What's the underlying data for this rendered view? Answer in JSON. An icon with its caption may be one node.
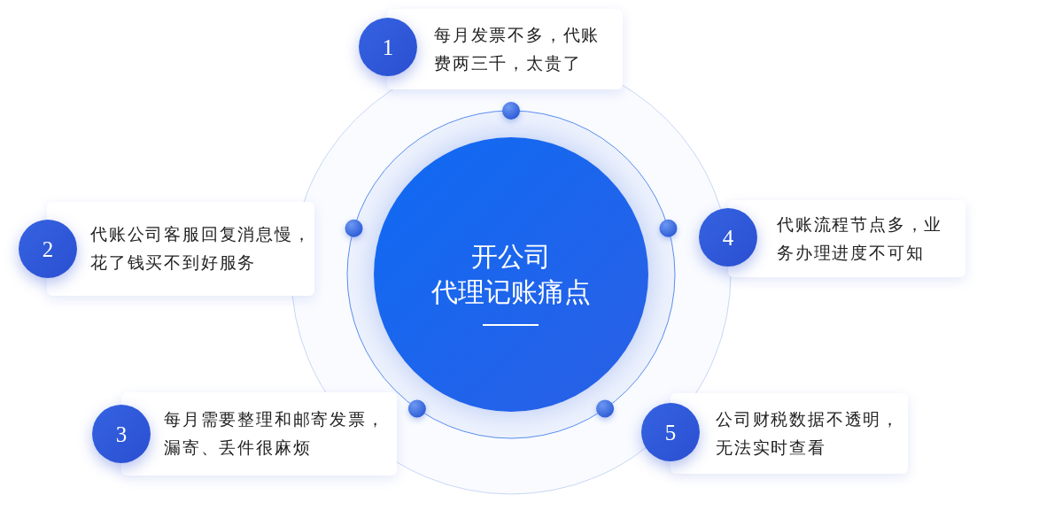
{
  "diagram": {
    "nodes": [
      {
        "text": [
          "开公司",
          "代理记账痛点"
        ]
      },
      {
        "text": [
          "1"
        ]
      },
      {
        "text": [
          "每月发票不多，代账费两三千，太贵了"
        ]
      },
      {
        "text": [
          "2"
        ]
      },
      {
        "text": [
          "代账公司客服回复消息慢，花了钱买不到好服务"
        ]
      },
      {
        "text": [
          "3"
        ]
      },
      {
        "text": [
          "每月需要整理和邮寄发票，漏寄、丢件很麻烦"
        ]
      },
      {
        "text": [
          "4"
        ]
      },
      {
        "text": [
          "代账流程节点多，业务办理进度不可知"
        ]
      },
      {
        "text": [
          "5"
        ]
      },
      {
        "text": [
          "公司财税数据不透明，无法实时查看"
        ]
      }
    ]
  }
}
